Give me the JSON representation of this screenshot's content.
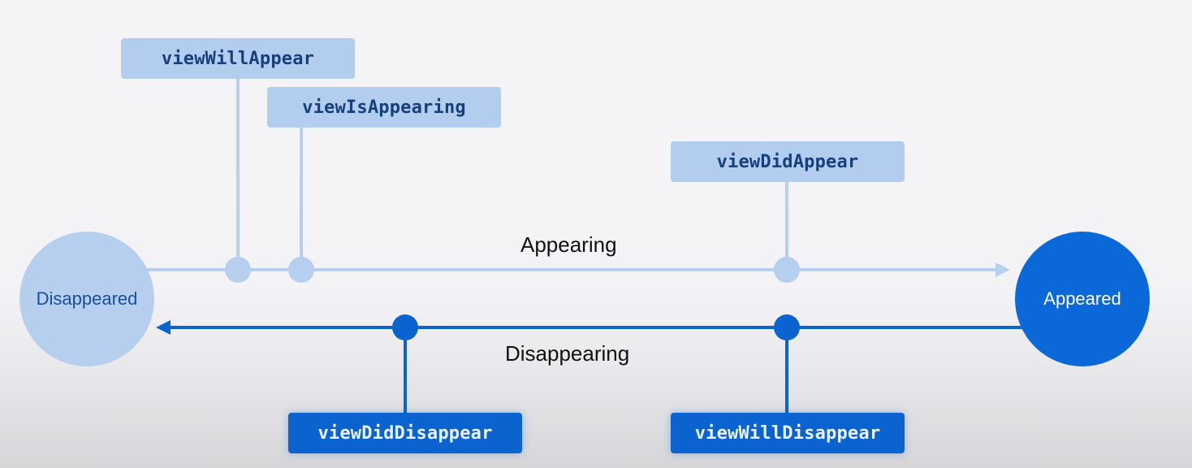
{
  "diagram": {
    "states": {
      "disappeared": "Disappeared",
      "appeared": "Appeared"
    },
    "transitions": {
      "appearing": "Appearing",
      "disappearing": "Disappearing"
    },
    "appearing_methods": {
      "will_appear": "viewWillAppear",
      "is_appearing": "viewIsAppearing",
      "did_appear": "viewDidAppear"
    },
    "disappearing_methods": {
      "did_disappear": "viewDidDisappear",
      "will_disappear": "viewWillDisappear"
    },
    "colors": {
      "light_blue": "#b3cdef",
      "dark_blue": "#0b63cf",
      "background": "#f4f4f7"
    }
  }
}
